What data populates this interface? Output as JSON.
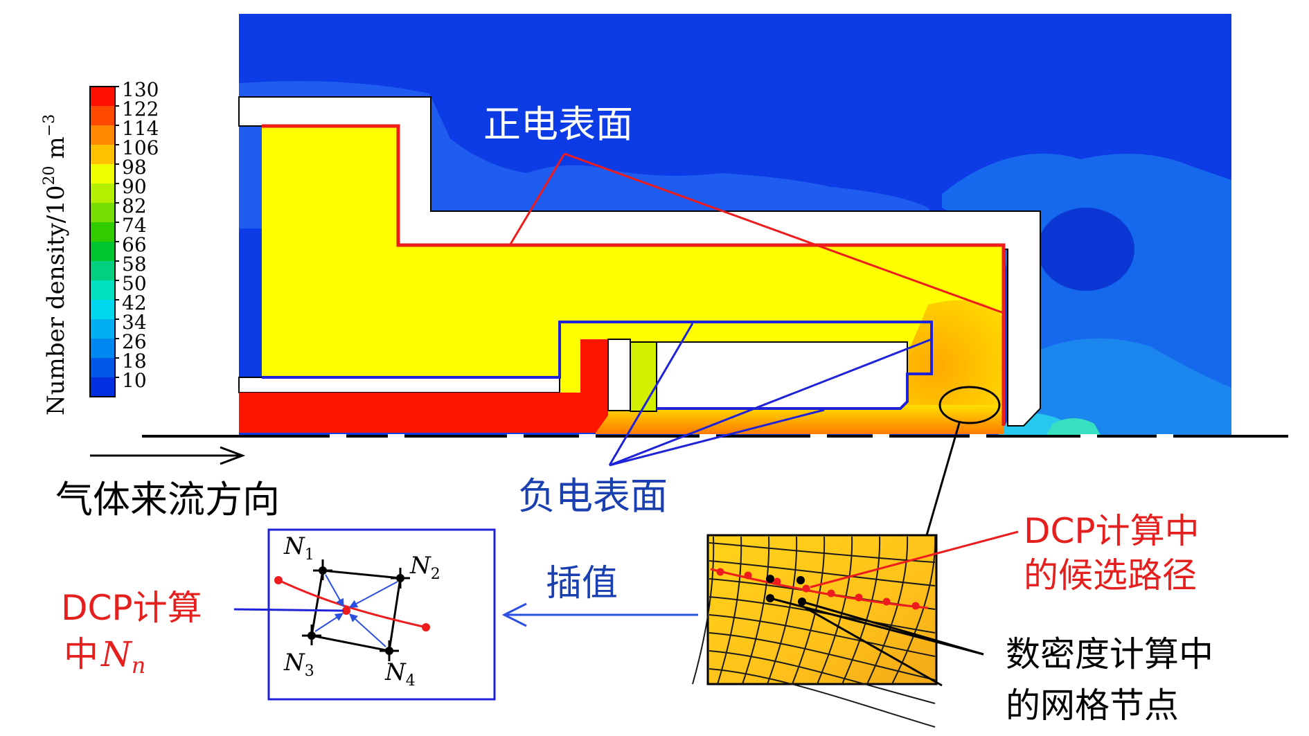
{
  "colorbar": {
    "label": "Number density/10",
    "label_exp": "20",
    "label_unit": "m",
    "label_unit_exp": "−3",
    "ticks": [
      "130",
      "122",
      "114",
      "106",
      "98",
      "90",
      "82",
      "74",
      "66",
      "58",
      "50",
      "42",
      "34",
      "26",
      "18",
      "10"
    ],
    "colors": [
      "#ff1000",
      "#ff4800",
      "#ff8800",
      "#ffc000",
      "#f0ff00",
      "#b4ee00",
      "#78dd00",
      "#30cc00",
      "#00c430",
      "#00d080",
      "#00e0c0",
      "#00d8f0",
      "#00b0f0",
      "#0088f0",
      "#0058e8",
      "#0030e0"
    ]
  },
  "labels": {
    "positive_surface": "正电表面",
    "negative_surface": "负电表面",
    "flow_direction": "气体来流方向",
    "interpolation": "插值",
    "dcp_path_line1": "DCP计算中",
    "dcp_path_line2": "的候选路径",
    "grid_nodes_line1": "数密度计算中",
    "grid_nodes_line2": "的网格节点",
    "dcp_node_line1": "DCP计算",
    "dcp_node_line2": "中",
    "dcp_node_sym": "N",
    "dcp_node_sub": "n"
  },
  "nodes": {
    "n1": {
      "sym": "N",
      "sub": "1"
    },
    "n2": {
      "sym": "N",
      "sub": "2"
    },
    "n3": {
      "sym": "N",
      "sub": "3"
    },
    "n4": {
      "sym": "N",
      "sub": "4"
    }
  },
  "colors": {
    "background_field": "#0d3ce6",
    "high_density": "#ff1400",
    "mid_density": "#ffff00",
    "positive_line": "#ee1c1c",
    "negative_line": "#1e22d8",
    "text_red": "#e51e1e",
    "text_blue": "#1a3fb0"
  }
}
